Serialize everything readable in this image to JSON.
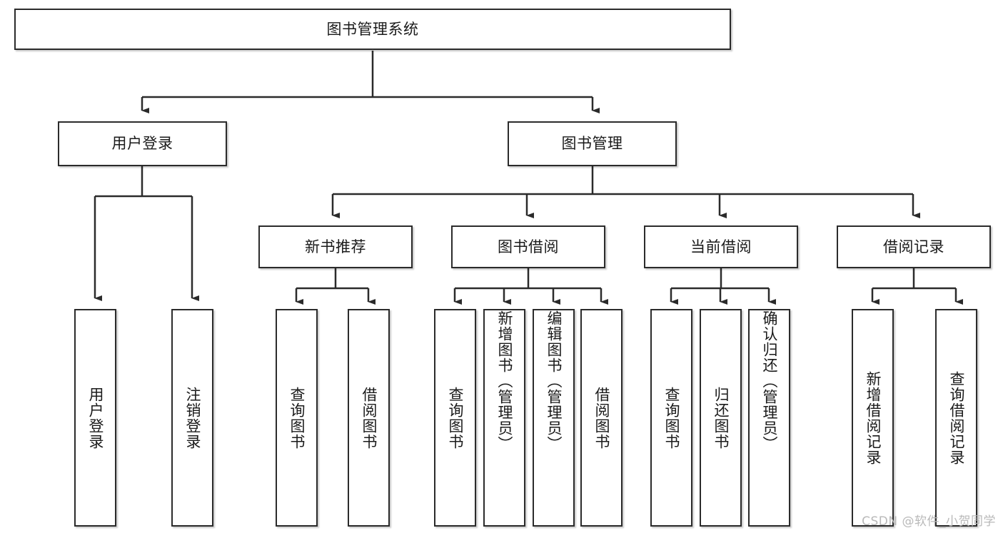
{
  "diagram": {
    "type": "tree",
    "title": "图书管理系统",
    "watermark": "CSDN @软件_小贺同学",
    "colors": {
      "background": "#ffffff",
      "node_border": "#2b2b2b",
      "node_fill": "#ffffff",
      "text": "#1a1a1a",
      "edge": "#2b2b2b",
      "watermark": "#b9b9b9"
    },
    "nodes": {
      "root": {
        "label": "图书管理系统",
        "level": 1,
        "orientation": "horizontal"
      },
      "l2": [
        {
          "id": "user-login",
          "label": "用户登录",
          "level": 2,
          "orientation": "horizontal"
        },
        {
          "id": "book-manage",
          "label": "图书管理",
          "level": 2,
          "orientation": "horizontal"
        }
      ],
      "l3": [
        {
          "id": "new-book-recommend",
          "label": "新书推荐",
          "level": 3,
          "orientation": "horizontal"
        },
        {
          "id": "book-borrow",
          "label": "图书借阅",
          "level": 3,
          "orientation": "horizontal"
        },
        {
          "id": "current-borrow",
          "label": "当前借阅",
          "level": 3,
          "orientation": "horizontal"
        },
        {
          "id": "borrow-record",
          "label": "借阅记录",
          "level": 3,
          "orientation": "horizontal"
        }
      ],
      "leaves": [
        {
          "id": "leaf-user-login",
          "label": "用户登录",
          "parent": "user-login",
          "orientation": "vertical"
        },
        {
          "id": "leaf-user-logout",
          "label": "注销登录",
          "parent": "user-login",
          "orientation": "vertical"
        },
        {
          "id": "leaf-query-book-1",
          "label": "查询图书",
          "parent": "new-book-recommend",
          "orientation": "vertical"
        },
        {
          "id": "leaf-borrow-book-1",
          "label": "借阅图书",
          "parent": "new-book-recommend",
          "orientation": "vertical"
        },
        {
          "id": "leaf-query-book-2",
          "label": "查询图书",
          "parent": "book-borrow",
          "orientation": "vertical"
        },
        {
          "id": "leaf-add-book",
          "label": "新增图书（管理员）",
          "parent": "book-borrow",
          "orientation": "vertical"
        },
        {
          "id": "leaf-edit-book",
          "label": "编辑图书（管理员）",
          "parent": "book-borrow",
          "orientation": "vertical"
        },
        {
          "id": "leaf-borrow-book-2",
          "label": "借阅图书",
          "parent": "book-borrow",
          "orientation": "vertical"
        },
        {
          "id": "leaf-query-book-3",
          "label": "查询图书",
          "parent": "current-borrow",
          "orientation": "vertical"
        },
        {
          "id": "leaf-return-book",
          "label": "归还图书",
          "parent": "current-borrow",
          "orientation": "vertical"
        },
        {
          "id": "leaf-confirm-return",
          "label": "确认归还（管理员）",
          "parent": "current-borrow",
          "orientation": "vertical"
        },
        {
          "id": "leaf-add-record",
          "label": "新增借阅记录",
          "parent": "borrow-record",
          "orientation": "vertical"
        },
        {
          "id": "leaf-query-record",
          "label": "查询借阅记录",
          "parent": "borrow-record",
          "orientation": "vertical"
        }
      ]
    }
  }
}
